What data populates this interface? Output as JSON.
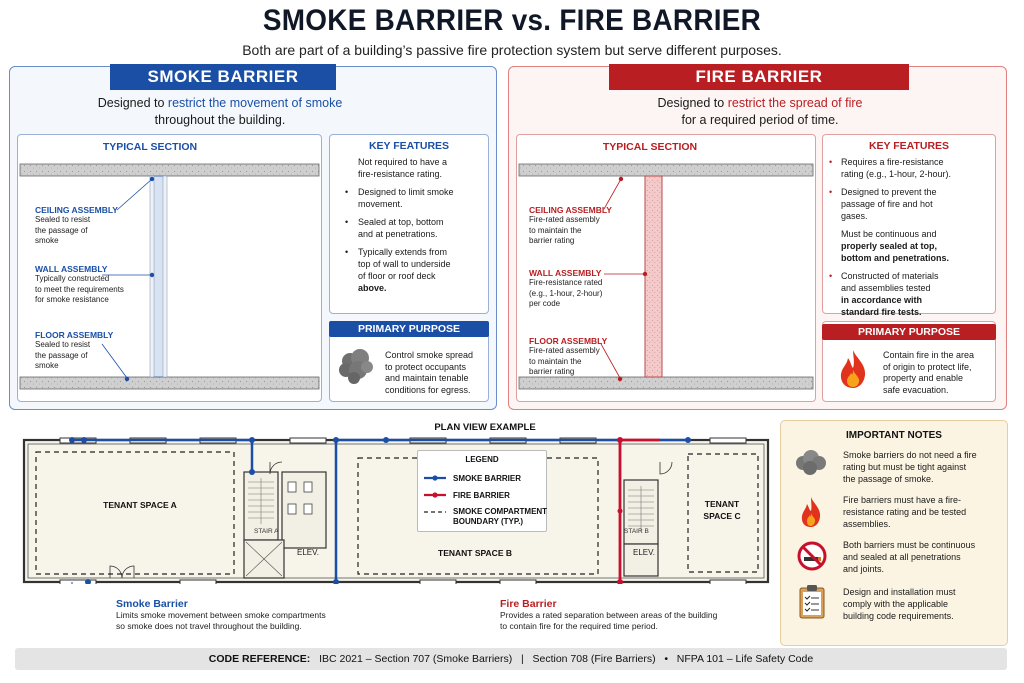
{
  "header": {
    "title": "SMOKE BARRIER vs. FIRE BARRIER",
    "subtitle": "Both are part of a building’s passive fire protection system but serve different purposes."
  },
  "smoke": {
    "banner": "SMOKE BARRIER",
    "desc_pre": "Designed to ",
    "desc_hl": "restrict the movement of smoke",
    "desc_post": "throughout the building.",
    "section_title": "TYPICAL SECTION",
    "ceiling_title": "CEILING ASSEMBLY",
    "ceiling_l1": "Sealed to resist",
    "ceiling_l2": "the passage of",
    "ceiling_l3": "smoke",
    "wall_title": "WALL ASSEMBLY",
    "wall_l1": "Typically constructed",
    "wall_l2": "to meet the requirements",
    "wall_l3": "for smoke resistance",
    "floor_title": "FLOOR ASSEMBLY",
    "floor_l1": "Sealed to resist",
    "floor_l2": "the passage of",
    "floor_l3": "smoke",
    "features_title": "KEY FEATURES",
    "f1a": "Not required to have a",
    "f1b": "fire-resistance rating.",
    "f2a": "Designed to limit smoke",
    "f2b": "movement.",
    "f3a": "Sealed at top, bottom",
    "f3b": "and at penetrations.",
    "f4a": "Typically extends from",
    "f4b": "top of wall to underside",
    "f4c": "of floor or roof deck",
    "f4d": "above.",
    "purpose_title": "PRIMARY PURPOSE",
    "p1": "Control smoke spread",
    "p2": "to protect occupants",
    "p3": "and maintain tenable",
    "p4": "conditions for egress."
  },
  "fire": {
    "banner": "FIRE BARRIER",
    "desc_pre": "Designed to ",
    "desc_hl": "restrict the spread of fire",
    "desc_post": "for a required period of time.",
    "section_title": "TYPICAL SECTION",
    "ceiling_title": "CEILING ASSEMBLY",
    "ceiling_l1": "Fire-rated assembly",
    "ceiling_l2": "to maintain the",
    "ceiling_l3": "barrier rating",
    "wall_title": "WALL ASSEMBLY",
    "wall_l1": "Fire-resistance rated",
    "wall_l2": "(e.g., 1-hour, 2-hour)",
    "wall_l3": "per code",
    "floor_title": "FLOOR ASSEMBLY",
    "floor_l1": "Fire-rated assembly",
    "floor_l2": "to maintain the",
    "floor_l3": "barrier rating",
    "features_title": "KEY FEATURES",
    "f1a": "Requires a fire-resistance",
    "f1b": "rating (e.g., 1-hour, 2-hour).",
    "f2a": "Designed to prevent the",
    "f2b": "passage of fire and hot",
    "f2c": "gases.",
    "f3a": "Must be continuous and",
    "f3b": "properly sealed at top,",
    "f3c": "bottom and penetrations.",
    "f4a": "Constructed of materials",
    "f4b": "and assemblies tested",
    "f4c": "in accordance with",
    "f4d": "standard fire tests.",
    "purpose_title": "PRIMARY PURPOSE",
    "p1": "Contain fire in the area",
    "p2": "of origin to protect life,",
    "p3": "property and enable",
    "p4": "safe evacuation."
  },
  "plan": {
    "title": "PLAN VIEW EXAMPLE",
    "tenant_a": "TENANT SPACE A",
    "tenant_b": "TENANT SPACE B",
    "tenant_c1": "TENANT",
    "tenant_c2": "SPACE C",
    "stair_a": "STAIR A",
    "stair_b": "STAIR B",
    "elev": "ELEV.",
    "legend_title": "LEGEND",
    "legend_smoke": "SMOKE BARRIER",
    "legend_fire": "FIRE BARRIER",
    "legend_comp1": "SMOKE COMPARTMENT",
    "legend_comp2": "BOUNDARY (TYP.)",
    "smoke_callout_title": "Smoke Barrier",
    "smoke_callout_1": "Limits smoke movement between smoke compartments",
    "smoke_callout_2": "so smoke does not travel throughout the building.",
    "fire_callout_title": "Fire Barrier",
    "fire_callout_1": "Provides a rated separation between areas of the building",
    "fire_callout_2": "to contain fire for the required time period."
  },
  "notes": {
    "title": "IMPORTANT NOTES",
    "n1a": "Smoke barriers do not need a fire",
    "n1b": "rating but must be tight against",
    "n1c": "the passage of smoke.",
    "n2a": "Fire barriers must have a fire-",
    "n2b": "resistance rating and be tested",
    "n2c": "assemblies.",
    "n3a": "Both barriers must be continuous",
    "n3b": "and sealed at all penetrations",
    "n3c": "and joints.",
    "n4a": "Design and installation must",
    "n4b": "comply with the applicable",
    "n4c": "building code requirements."
  },
  "code": {
    "label": "CODE REFERENCE:",
    "text": "IBC 2021 – Section 707 (Smoke Barriers)   |   Section 708 (Fire Barriers)   •   NFPA 101 – Life Safety Code"
  },
  "colors": {
    "smoke_blue": "#1b4fa6",
    "fire_red": "#b81e22"
  },
  "icons": [
    "smoke-cloud-icon",
    "flame-icon",
    "no-smoking-icon",
    "clipboard-checklist-icon"
  ]
}
